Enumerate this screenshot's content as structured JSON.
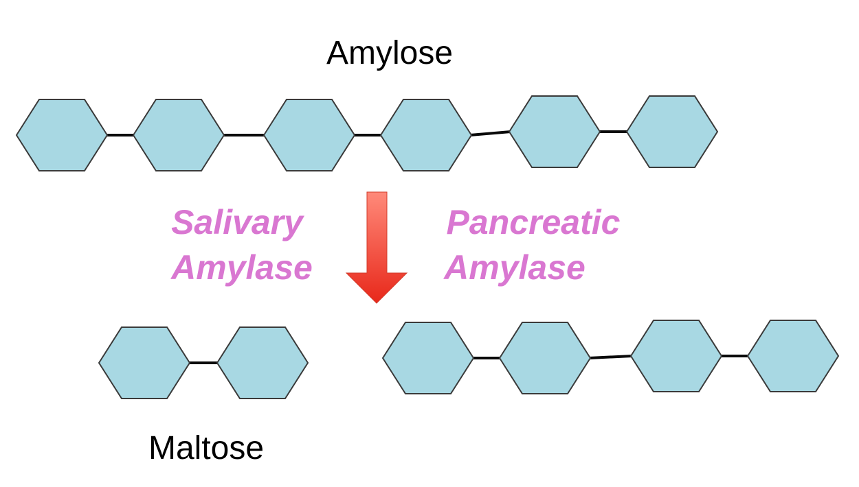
{
  "labels": {
    "amylose": "Amylose",
    "maltose": "Maltose",
    "salivary_line1": "Salivary",
    "salivary_line2": "Amylase",
    "pancreatic_line1": "Pancreatic",
    "pancreatic_line2": "Amylase"
  },
  "structure": {
    "amylose_units": 6,
    "maltose_units": 2,
    "remaining_chain_units": 4
  },
  "colors": {
    "glucose_fill": "#a8d8e3",
    "glucose_stroke": "#3a3a3a",
    "bond": "#0a0a0a",
    "enzyme_label": "#d977d1",
    "arrow_top": "#ff8a7a",
    "arrow_bottom": "#e8281a"
  },
  "icons": {
    "arrow": "down-arrow-icon",
    "unit": "hexagon-glucose-icon"
  }
}
